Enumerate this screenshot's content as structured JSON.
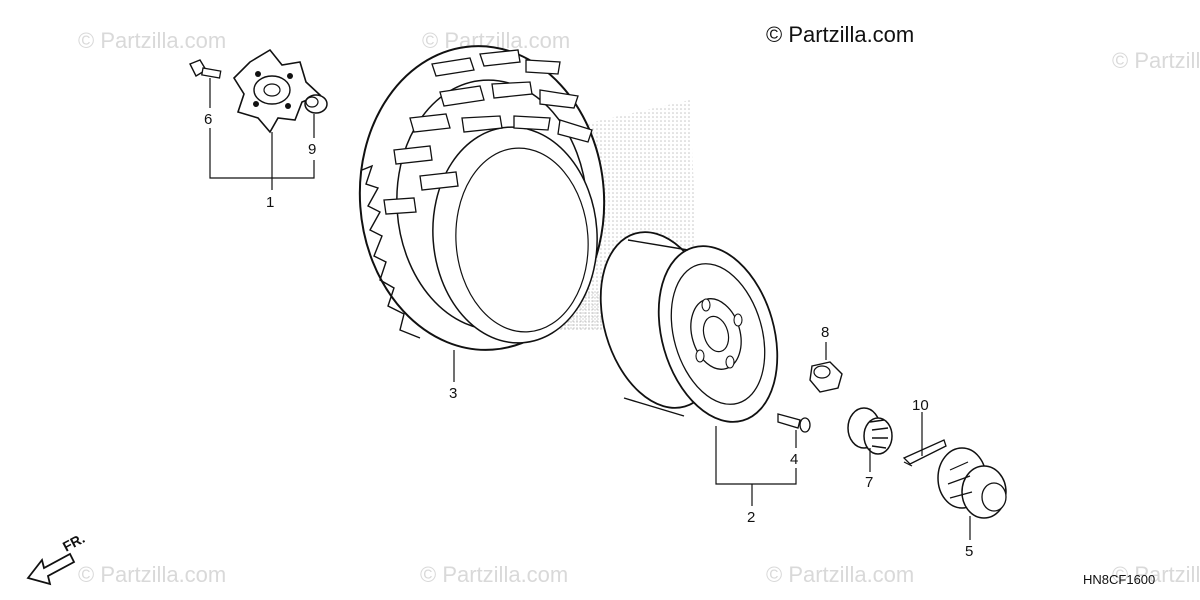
{
  "watermark": {
    "text": "© Partzilla.com"
  },
  "diagram_code": "HN8CF1600",
  "direction_label": "FR.",
  "callouts": {
    "c1": "1",
    "c2": "2",
    "c3": "3",
    "c4": "4",
    "c5": "5",
    "c6": "6",
    "c7": "7",
    "c8": "8",
    "c9": "9",
    "c10": "10"
  }
}
